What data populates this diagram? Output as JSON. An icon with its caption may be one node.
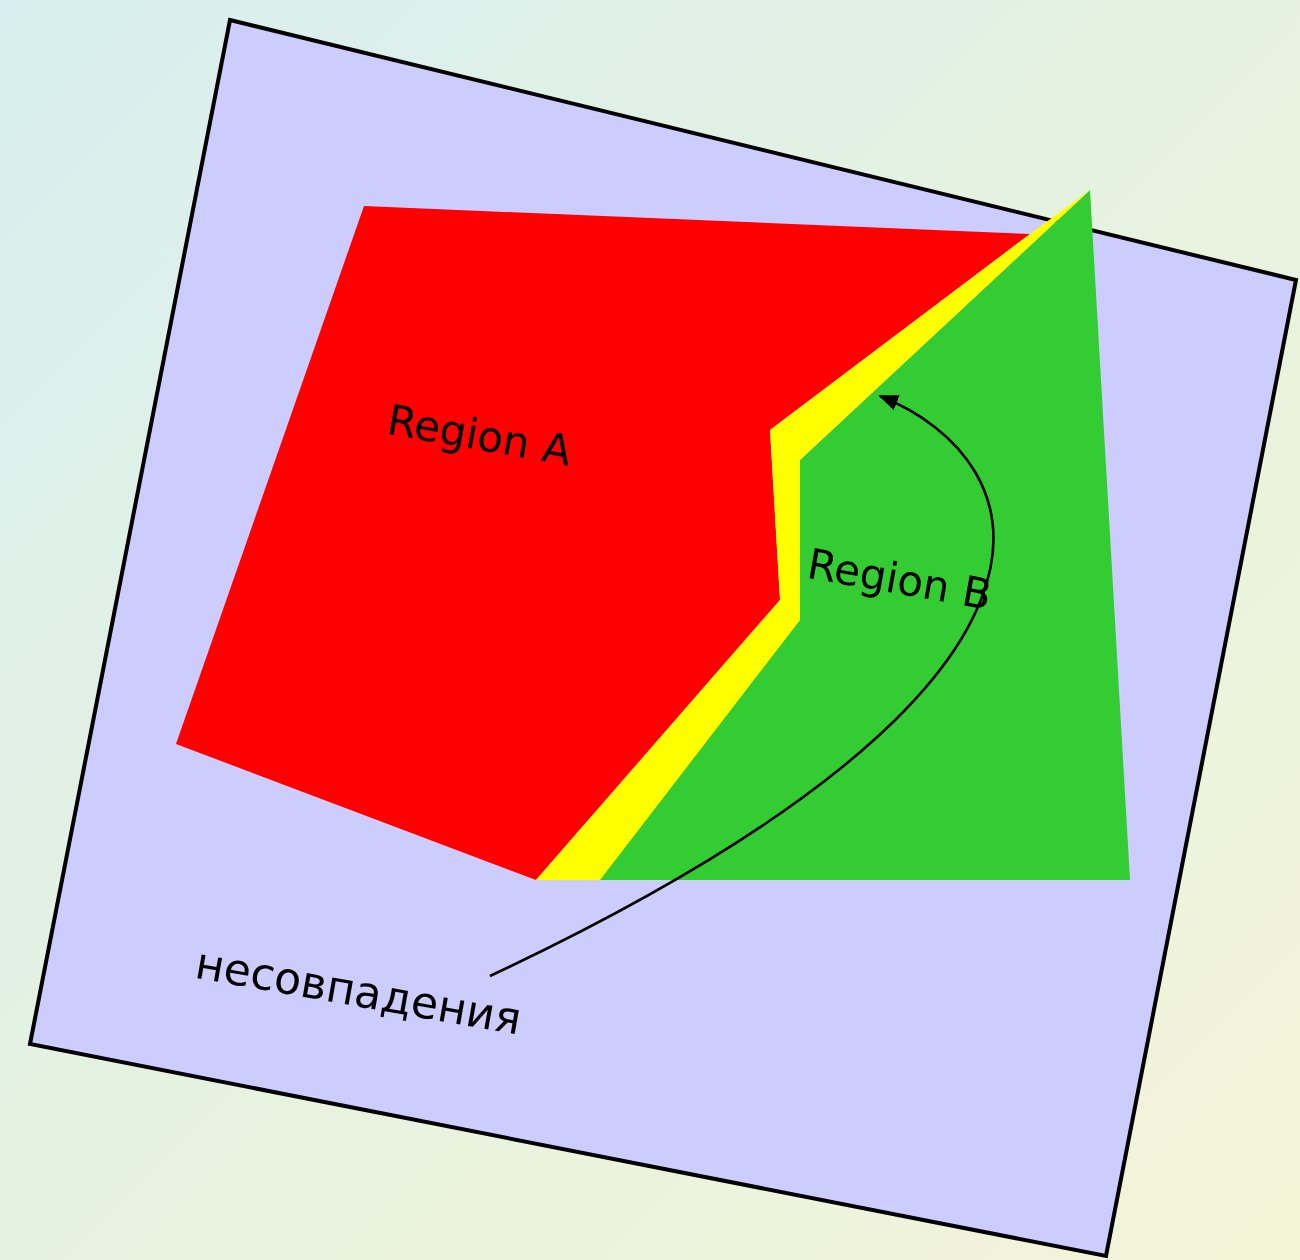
{
  "diagram": {
    "nodes": [
      {
        "text": [
          "Region A"
        ]
      },
      {
        "text": [
          "Region B"
        ]
      },
      {
        "text": [],
        "shape": "bar"
      },
      {
        "text": [
          "несовпадения"
        ]
      }
    ],
    "edges": [
      {
        "from": 3,
        "to": 2,
        "arrow": "to"
      }
    ]
  }
}
